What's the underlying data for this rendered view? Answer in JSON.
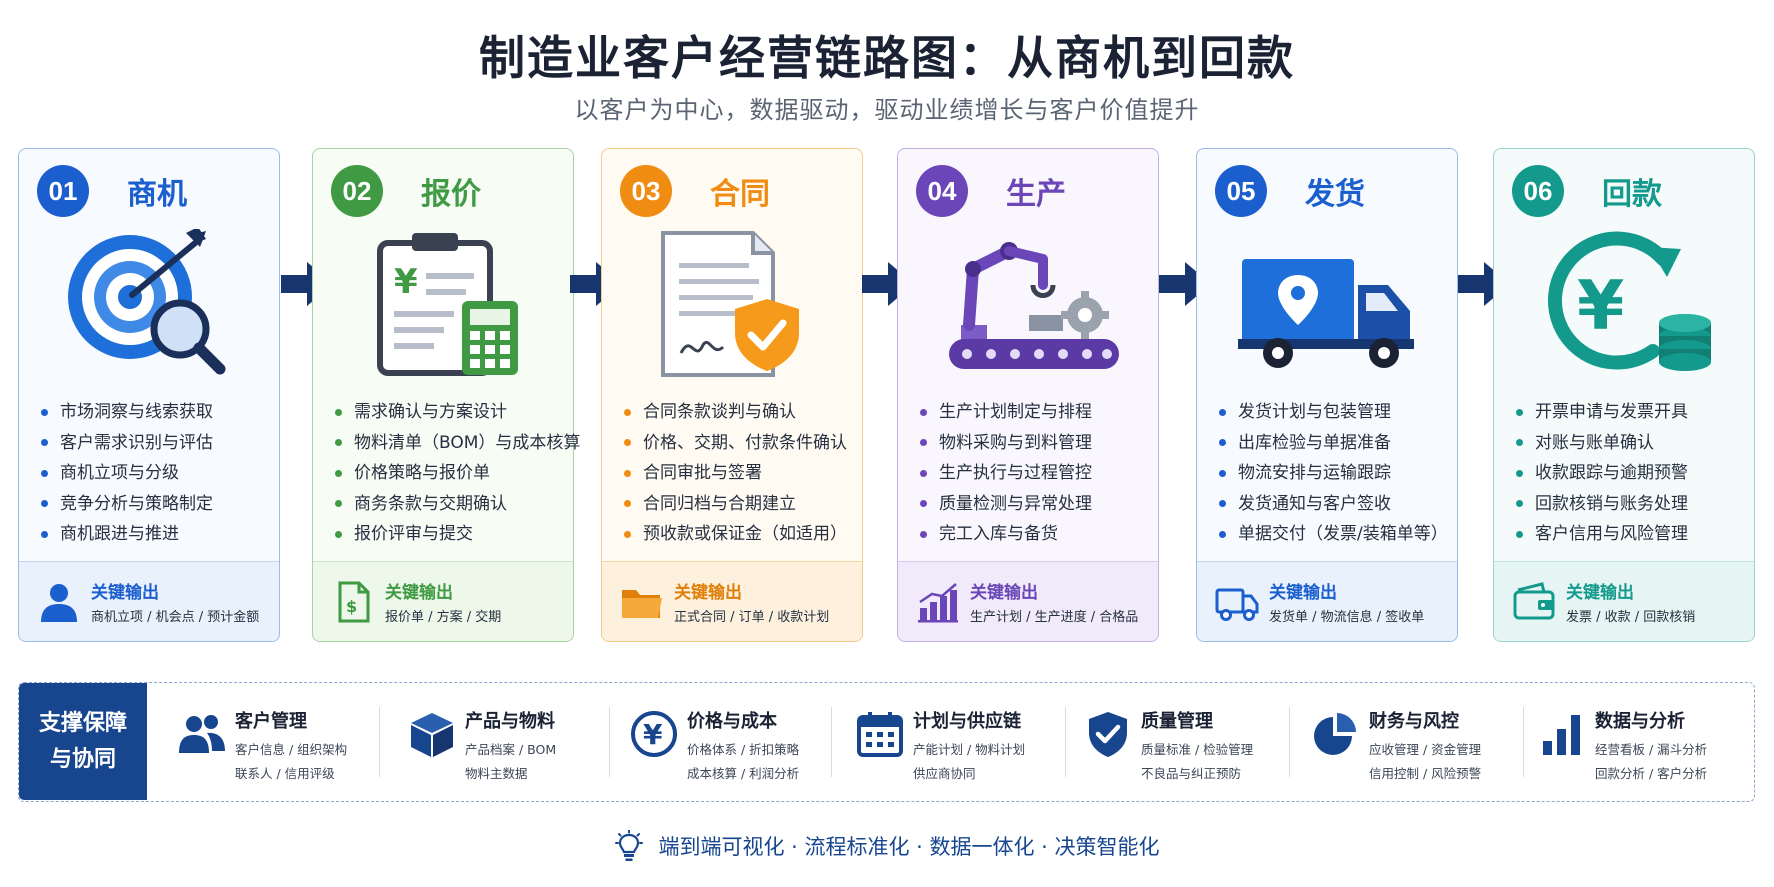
{
  "title": "制造业客户经营链路图：从商机到回款",
  "subtitle": "以客户为中心，数据驱动，驱动业绩增长与客户价值提升",
  "stages": [
    {
      "num": "01",
      "name": "商机",
      "icon": "target-icon",
      "color": "#1b5fcf",
      "items": [
        "市场洞察与线索获取",
        "客户需求识别与评估",
        "商机立项与分级",
        "竞争分析与策略制定",
        "商机跟进与推进"
      ],
      "output_title": "关键输出",
      "output_text": "商机立项 / 机会点 / 预计金额",
      "output_icon": "person-icon"
    },
    {
      "num": "02",
      "name": "报价",
      "icon": "clipboard-calculator-icon",
      "color": "#3f9a43",
      "items": [
        "需求确认与方案设计",
        "物料清单（BOM）与成本核算",
        "价格策略与报价单",
        "商务条款与交期确认",
        "报价评审与提交"
      ],
      "output_title": "关键输出",
      "output_text": "报价单 / 方案 / 交期",
      "output_icon": "document-icon"
    },
    {
      "num": "03",
      "name": "合同",
      "icon": "contract-shield-icon",
      "color": "#f08c12",
      "items": [
        "合同条款谈判与确认",
        "价格、交期、付款条件确认",
        "合同审批与签署",
        "合同归档与合期建立",
        "预收款或保证金（如适用）"
      ],
      "output_title": "关键输出",
      "output_text": "正式合同 / 订单 / 收款计划",
      "output_icon": "folder-icon"
    },
    {
      "num": "04",
      "name": "生产",
      "icon": "robot-arm-icon",
      "color": "#6b46b8",
      "items": [
        "生产计划制定与排程",
        "物料采购与到料管理",
        "生产执行与过程管控",
        "质量检测与异常处理",
        "完工入库与备货"
      ],
      "output_title": "关键输出",
      "output_text": "生产计划 / 生产进度 / 合格品",
      "output_icon": "bar-growth-icon"
    },
    {
      "num": "05",
      "name": "发货",
      "icon": "truck-icon",
      "color": "#1b5fcf",
      "items": [
        "发货计划与包装管理",
        "出库检验与单据准备",
        "物流安排与运输跟踪",
        "发货通知与客户签收",
        "单据交付（发票/装箱单等）"
      ],
      "output_title": "关键输出",
      "output_text": "发货单 / 物流信息 / 签收单",
      "output_icon": "truck-small-icon"
    },
    {
      "num": "06",
      "name": "回款",
      "icon": "yuan-cycle-icon",
      "color": "#149a8c",
      "items": [
        "开票申请与发票开具",
        "对账与账单确认",
        "收款跟踪与逾期预警",
        "回款核销与账务处理",
        "客户信用与风险管理"
      ],
      "output_title": "关键输出",
      "output_text": "发票 / 收款 / 回款核销",
      "output_icon": "wallet-icon"
    }
  ],
  "support": {
    "label_line1": "支撑保障",
    "label_line2": "与协同",
    "items": [
      {
        "title": "客户管理",
        "line1": "客户信息 / 组织架构",
        "line2": "联系人 / 信用评级",
        "icon": "users-icon"
      },
      {
        "title": "产品与物料",
        "line1": "产品档案 / BOM",
        "line2": "物料主数据",
        "icon": "cube-icon"
      },
      {
        "title": "价格与成本",
        "line1": "价格体系 / 折扣策略",
        "line2": "成本核算 / 利润分析",
        "icon": "yuan-circle-icon"
      },
      {
        "title": "计划与供应链",
        "line1": "产能计划 / 物料计划",
        "line2": "供应商协同",
        "icon": "calendar-icon"
      },
      {
        "title": "质量管理",
        "line1": "质量标准 / 检验管理",
        "line2": "不良品与纠正预防",
        "icon": "shield-check-icon"
      },
      {
        "title": "财务与风控",
        "line1": "应收管理 / 资金管理",
        "line2": "信用控制 / 风险预警",
        "icon": "pie-chart-icon"
      },
      {
        "title": "数据与分析",
        "line1": "经营看板 / 漏斗分析",
        "line2": "回款分析 / 客户分析",
        "icon": "bar-chart-icon"
      }
    ]
  },
  "footer": {
    "text": "端到端可视化 · 流程标准化 · 数据一体化 · 决策智能化",
    "icon": "lightbulb-icon"
  }
}
